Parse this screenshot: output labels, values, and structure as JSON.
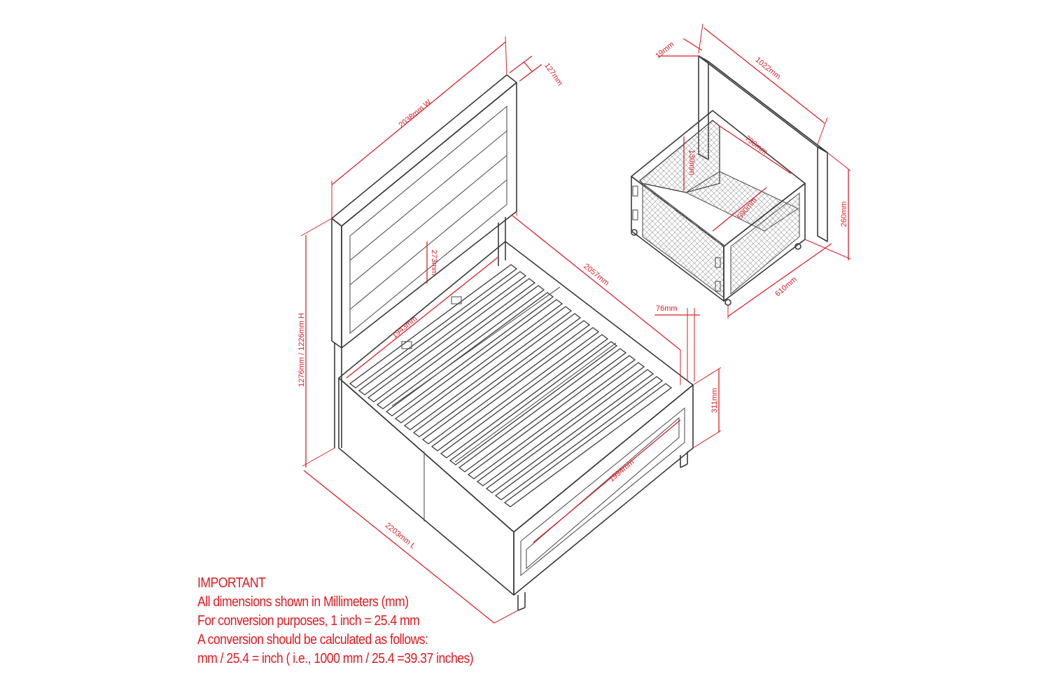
{
  "dimensions": {
    "headboard_width": "2038mm W",
    "headboard_depth": "127mm",
    "height": "1276mm / 1226mm H",
    "inner_height": "273mm",
    "inner_width": "1943mm",
    "side_length": "2057mm",
    "rail_thickness": "76mm",
    "rail_height": "311mm",
    "footboard_width": "1994mm",
    "overall_length": "2203mm L",
    "drawer_panel": "19mm",
    "drawer_width": "1022mm",
    "drawer_inner_height": "130mm",
    "drawer_inner_width": "790mm",
    "drawer_inner_depth": "590mm",
    "drawer_height": "260mm",
    "drawer_depth": "610mm"
  },
  "notes": {
    "heading": "IMPORTANT",
    "line1": "All dimensions shown in Millimeters (mm)",
    "line2": "For conversion purposes, 1 inch = 25.4 mm",
    "line3": "A conversion should be calculated as follows:",
    "line4": "mm / 25.4 = inch ( i.e., 1000 mm / 25.4 =39.37 inches)"
  },
  "colors": {
    "dimension": "#d9222a",
    "outline": "#3a3a3a",
    "note": "#e01b22"
  }
}
